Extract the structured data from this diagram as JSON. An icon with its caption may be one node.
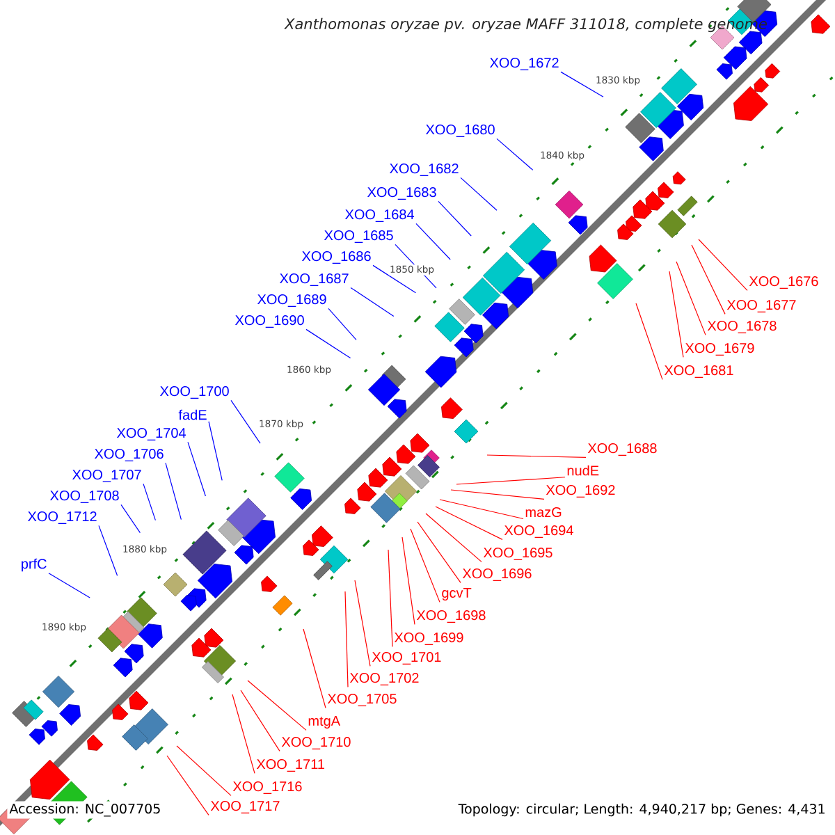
{
  "diagram": {
    "title": "Xanthomonas oryzae pv. oryzae MAFF 311018, complete genome",
    "nodes": [
      {
        "text": [
          "XOO_1672"
        ]
      },
      {
        "text": [
          "XOO_1680"
        ]
      },
      {
        "text": [
          "XOO_1682"
        ]
      },
      {
        "text": [
          "XOO_1683"
        ]
      },
      {
        "text": [
          "XOO_1684"
        ]
      },
      {
        "text": [
          "XOO_1685"
        ]
      },
      {
        "text": [
          "XOO_1686"
        ]
      },
      {
        "text": [
          "XOO_1687"
        ]
      },
      {
        "text": [
          "XOO_1689"
        ]
      },
      {
        "text": [
          "XOO_1690"
        ]
      },
      {
        "text": [
          "XOO_1700"
        ]
      },
      {
        "text": [
          "fadE"
        ]
      },
      {
        "text": [
          "XOO_1704"
        ]
      },
      {
        "text": [
          "XOO_1706"
        ]
      },
      {
        "text": [
          "XOO_1707"
        ]
      },
      {
        "text": [
          "XOO_1708"
        ]
      },
      {
        "text": [
          "XOO_1712"
        ]
      },
      {
        "text": [
          "prfC"
        ]
      },
      {
        "text": [
          "XOO_1676"
        ]
      },
      {
        "text": [
          "XOO_1677"
        ]
      },
      {
        "text": [
          "XOO_1678"
        ]
      },
      {
        "text": [
          "XOO_1679"
        ]
      },
      {
        "text": [
          "XOO_1681"
        ]
      },
      {
        "text": [
          "XOO_1688"
        ]
      },
      {
        "text": [
          "nudE"
        ]
      },
      {
        "text": [
          "XOO_1692"
        ]
      },
      {
        "text": [
          "mazG"
        ]
      },
      {
        "text": [
          "XOO_1694"
        ]
      },
      {
        "text": [
          "XOO_1695"
        ]
      },
      {
        "text": [
          "XOO_1696"
        ]
      },
      {
        "text": [
          "gcvT"
        ]
      },
      {
        "text": [
          "XOO_1698"
        ]
      },
      {
        "text": [
          "XOO_1699"
        ]
      },
      {
        "text": [
          "XOO_1701"
        ]
      },
      {
        "text": [
          "XOO_1702"
        ]
      },
      {
        "text": [
          "XOO_1705"
        ]
      },
      {
        "text": [
          "mtgA"
        ]
      },
      {
        "text": [
          "XOO_1710"
        ]
      },
      {
        "text": [
          "XOO_1711"
        ]
      },
      {
        "text": [
          "XOO_1716"
        ]
      },
      {
        "text": [
          "XOO_1717"
        ]
      }
    ],
    "edges": [
      {
        "from": 0,
        "to": null,
        "arrow": "none",
        "color": "#0000ff"
      },
      {
        "from": 1,
        "to": null,
        "arrow": "none",
        "color": "#0000ff"
      },
      {
        "from": 2,
        "to": null,
        "arrow": "none",
        "color": "#0000ff"
      },
      {
        "from": 3,
        "to": null,
        "arrow": "none",
        "color": "#0000ff"
      },
      {
        "from": 4,
        "to": null,
        "arrow": "none",
        "color": "#0000ff"
      },
      {
        "from": 5,
        "to": null,
        "arrow": "none",
        "color": "#0000ff"
      },
      {
        "from": 6,
        "to": null,
        "arrow": "none",
        "color": "#0000ff"
      },
      {
        "from": 7,
        "to": null,
        "arrow": "none",
        "color": "#0000ff"
      },
      {
        "from": 8,
        "to": null,
        "arrow": "none",
        "color": "#0000ff"
      },
      {
        "from": 9,
        "to": null,
        "arrow": "none",
        "color": "#0000ff"
      },
      {
        "from": 10,
        "to": null,
        "arrow": "none",
        "color": "#0000ff"
      },
      {
        "from": 11,
        "to": null,
        "arrow": "none",
        "color": "#0000ff"
      },
      {
        "from": 12,
        "to": null,
        "arrow": "none",
        "color": "#0000ff"
      },
      {
        "from": 13,
        "to": null,
        "arrow": "none",
        "color": "#0000ff"
      },
      {
        "from": 14,
        "to": null,
        "arrow": "none",
        "color": "#0000ff"
      },
      {
        "from": 15,
        "to": null,
        "arrow": "none",
        "color": "#0000ff"
      },
      {
        "from": 16,
        "to": null,
        "arrow": "none",
        "color": "#0000ff"
      },
      {
        "from": 17,
        "to": null,
        "arrow": "none",
        "color": "#0000ff"
      },
      {
        "from": 18,
        "to": null,
        "arrow": "none"
      },
      {
        "from": 19,
        "to": null,
        "arrow": "none"
      },
      {
        "from": 20,
        "to": null,
        "arrow": "none"
      },
      {
        "from": 21,
        "to": null,
        "arrow": "none"
      },
      {
        "from": 22,
        "to": null,
        "arrow": "none"
      },
      {
        "from": 23,
        "to": null,
        "arrow": "none"
      },
      {
        "from": 24,
        "to": null,
        "arrow": "none"
      },
      {
        "from": 25,
        "to": null,
        "arrow": "none"
      },
      {
        "from": 26,
        "to": null,
        "arrow": "none"
      },
      {
        "from": 27,
        "to": null,
        "arrow": "none"
      },
      {
        "from": 28,
        "to": null,
        "arrow": "none"
      },
      {
        "from": 29,
        "to": null,
        "arrow": "none"
      },
      {
        "from": 30,
        "to": null,
        "arrow": "none"
      },
      {
        "from": 31,
        "to": null,
        "arrow": "none"
      },
      {
        "from": 32,
        "to": null,
        "arrow": "none"
      },
      {
        "from": 33,
        "to": null,
        "arrow": "none"
      },
      {
        "from": 34,
        "to": null,
        "arrow": "none"
      },
      {
        "from": 35,
        "to": null,
        "arrow": "none"
      },
      {
        "from": 36,
        "to": null,
        "arrow": "none"
      },
      {
        "from": 37,
        "to": null,
        "arrow": "none"
      },
      {
        "from": 38,
        "to": null,
        "arrow": "none"
      },
      {
        "from": 39,
        "to": null,
        "arrow": "none"
      },
      {
        "from": 40,
        "to": null,
        "arrow": "none"
      }
    ],
    "labels": [
      "1830 kbp",
      "1840 kbp",
      "1850 kbp",
      "1860 kbp",
      "1870 kbp",
      "1880 kbp",
      "1890 kbp",
      "Accession: NC_007705",
      "Topology: circular; Length: 4,940,217 bp; Genes: 4,431"
    ]
  }
}
